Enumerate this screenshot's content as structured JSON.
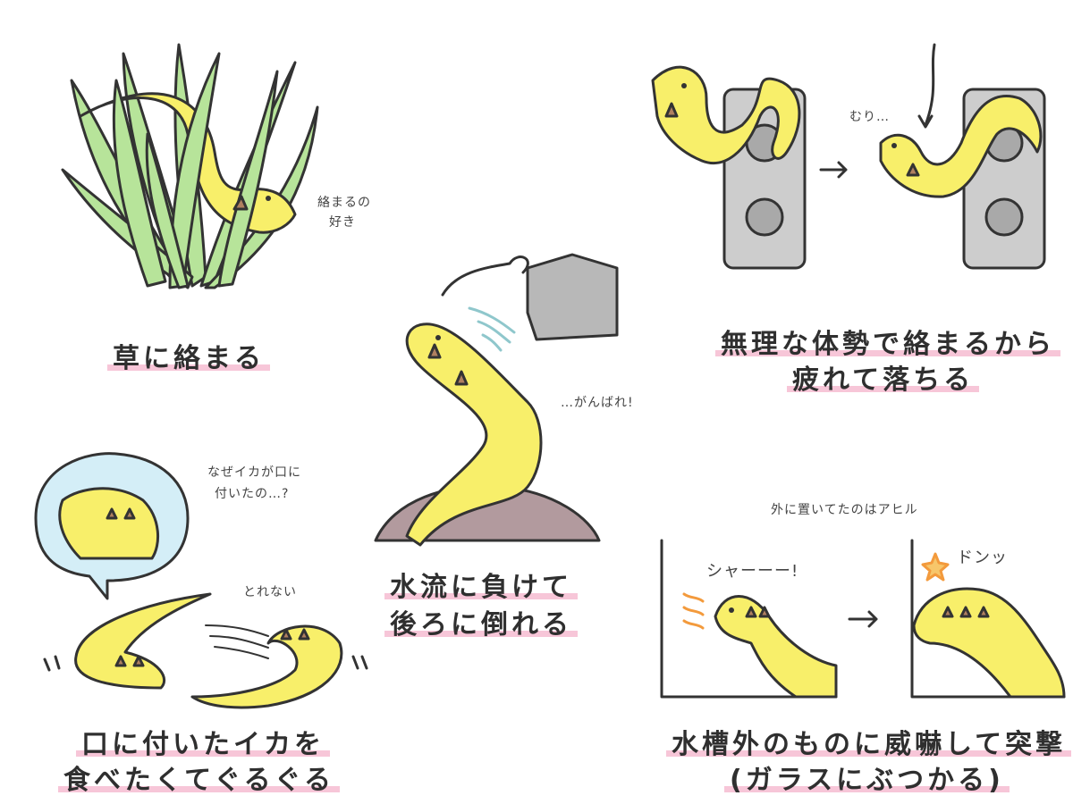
{
  "captions": {
    "grass": "草に絡まる",
    "squid_1": "口に付いたイカを",
    "squid_2": "食べたくてぐるぐる",
    "current_1": "水流に負けて",
    "current_2": "後ろに倒れる",
    "tired_1": "無理な体勢で絡まるから",
    "tired_2": "疲れて落ちる",
    "glass_1": "水槽外のものに威嚇して突撃",
    "glass_2": "(ガラスにぶつかる)"
  },
  "notes": {
    "likes_1": "絡まるの",
    "likes_2": "好き",
    "why_1": "なぜイカが口に",
    "why_2": "付いたの…?",
    "cant_remove": "とれない",
    "cheer": "…がんばれ!",
    "impossible": "むり…",
    "outside": "外に置いてたのはアヒル",
    "hiss": "シャーーー!",
    "bump": "ドンッ"
  },
  "colors": {
    "eel_yellow": "#f8ef6a",
    "grass_green": "#b7e49a",
    "rock_pink": "#b29a9e",
    "stand_gray": "#cdcdcd",
    "bubble_blue": "#d4eef7",
    "highlight_pink": "#f7c6d8",
    "orange_accent": "#f39a3c"
  }
}
